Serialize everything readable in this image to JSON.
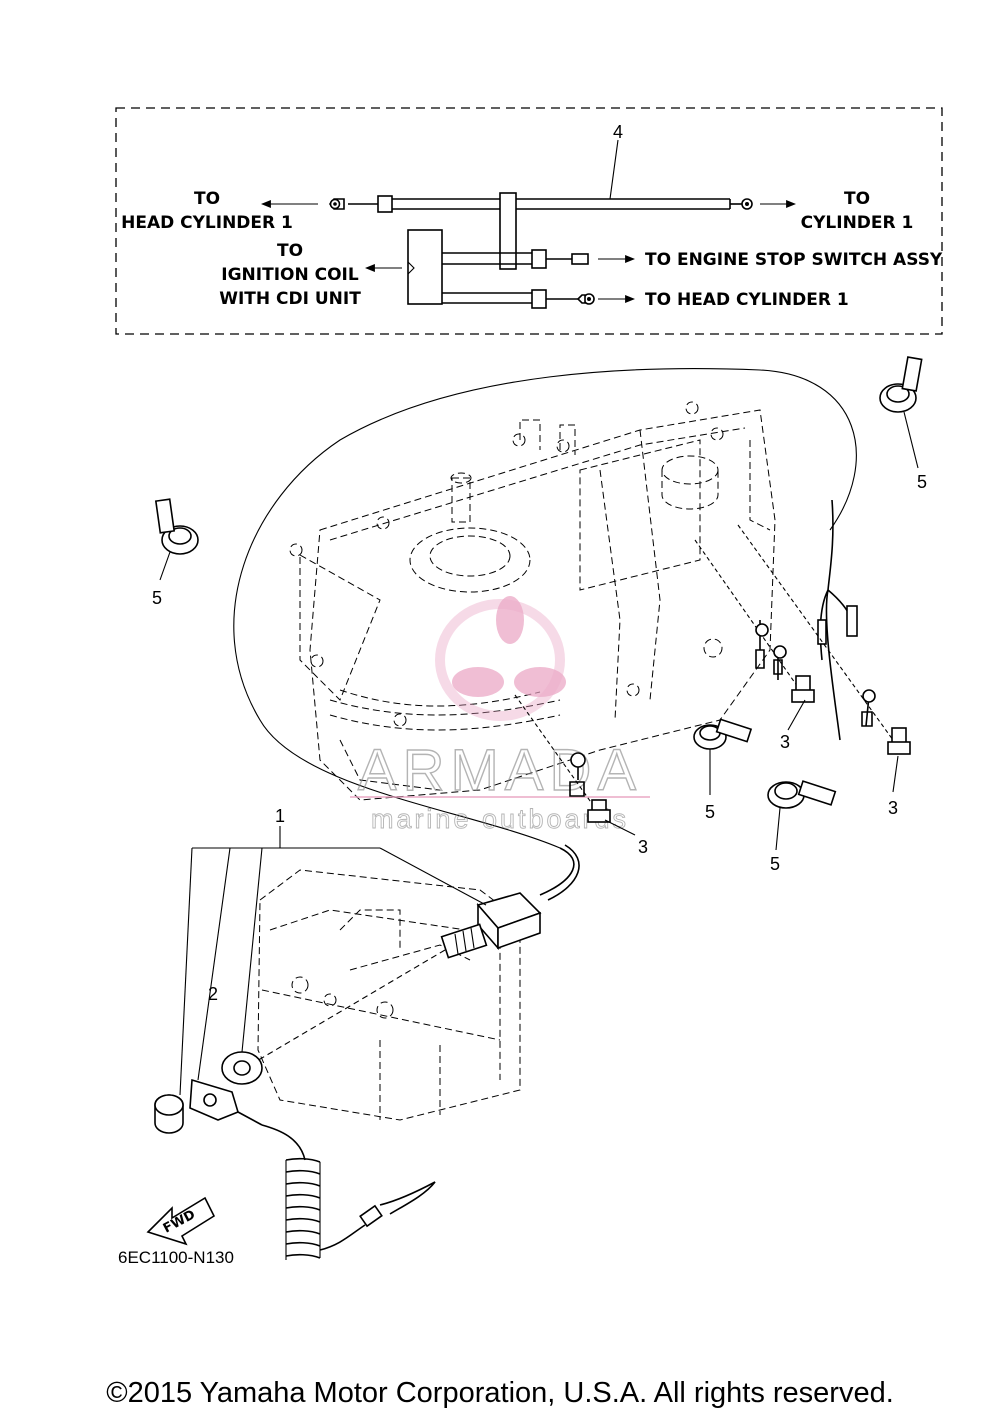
{
  "diagram": {
    "wiring_box": {
      "label_to_head_cylinder_left": [
        "TO",
        "HEAD CYLINDER 1"
      ],
      "label_to_cylinder": [
        "TO",
        "CYLINDER 1"
      ],
      "label_to_ignition": [
        "TO",
        "IGNITION COIL",
        "WITH CDI UNIT"
      ],
      "label_engine_stop": "TO ENGINE STOP SWITCH ASSY",
      "label_head_cylinder_right": "TO HEAD CYLINDER 1"
    },
    "callouts": {
      "n1": "1",
      "n2": "2",
      "n3a": "3",
      "n3b": "3",
      "n3c": "3",
      "n4": "4",
      "n5a": "5",
      "n5b": "5",
      "n5c": "5",
      "n5d": "5"
    },
    "fwd_label": "FWD",
    "diagram_code": "6EC1100-N130",
    "watermark": {
      "brand": "ARMADA",
      "tagline": "marine outboards",
      "logo_color": "#e8a0c0"
    },
    "copyright": "©2015 Yamaha Motor Corporation, U.S.A. All rights reserved."
  }
}
